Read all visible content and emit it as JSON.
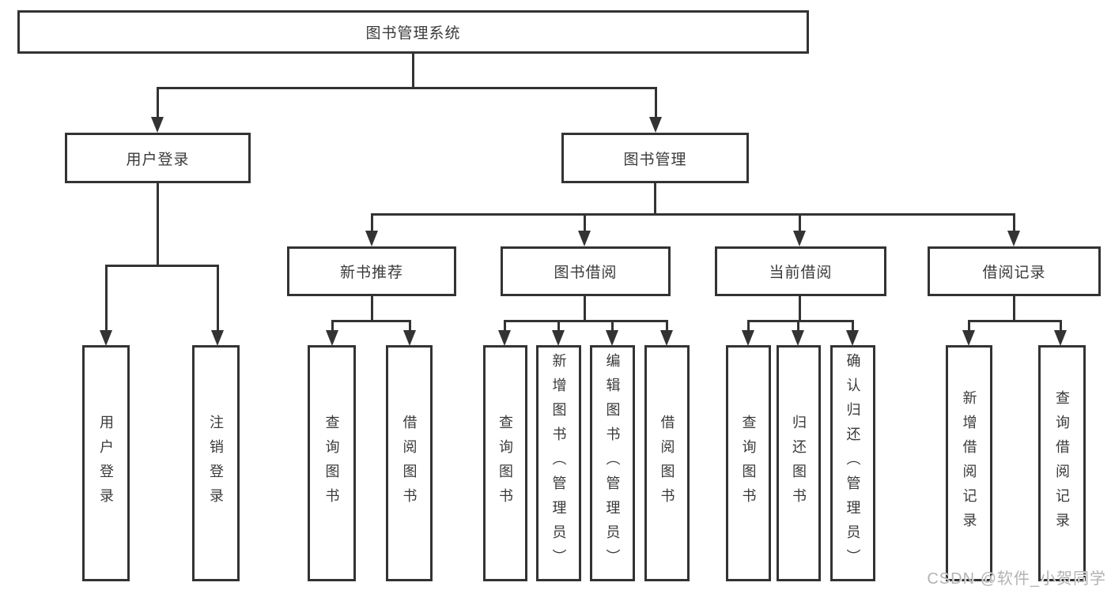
{
  "diagram": {
    "root": {
      "label": "图书管理系统"
    },
    "level2": [
      {
        "label": "用户登录"
      },
      {
        "label": "图书管理"
      }
    ],
    "level3": [
      {
        "label": "新书推荐"
      },
      {
        "label": "图书借阅"
      },
      {
        "label": "当前借阅"
      },
      {
        "label": "借阅记录"
      }
    ],
    "leaves": {
      "user_login": [
        {
          "label": "用户登录"
        },
        {
          "label": "注销登录"
        }
      ],
      "new_book": [
        {
          "label": "查询图书"
        },
        {
          "label": "借阅图书"
        }
      ],
      "book_borrow": [
        {
          "label": "查询图书"
        },
        {
          "label": "新增图书（管理员）"
        },
        {
          "label": "编辑图书（管理员）"
        },
        {
          "label": "借阅图书"
        }
      ],
      "current_borrow": [
        {
          "label": "查询图书"
        },
        {
          "label": "归还图书"
        },
        {
          "label": "确认归还（管理员）"
        }
      ],
      "borrow_records": [
        {
          "label": "新增借阅记录"
        },
        {
          "label": "查询借阅记录"
        }
      ]
    }
  },
  "watermark": {
    "text": "CSDN @软件_小贺同学"
  },
  "colors": {
    "line": "#333333",
    "text": "#3a3a3a",
    "watermark": "#b3b3b3",
    "background": "#ffffff"
  }
}
